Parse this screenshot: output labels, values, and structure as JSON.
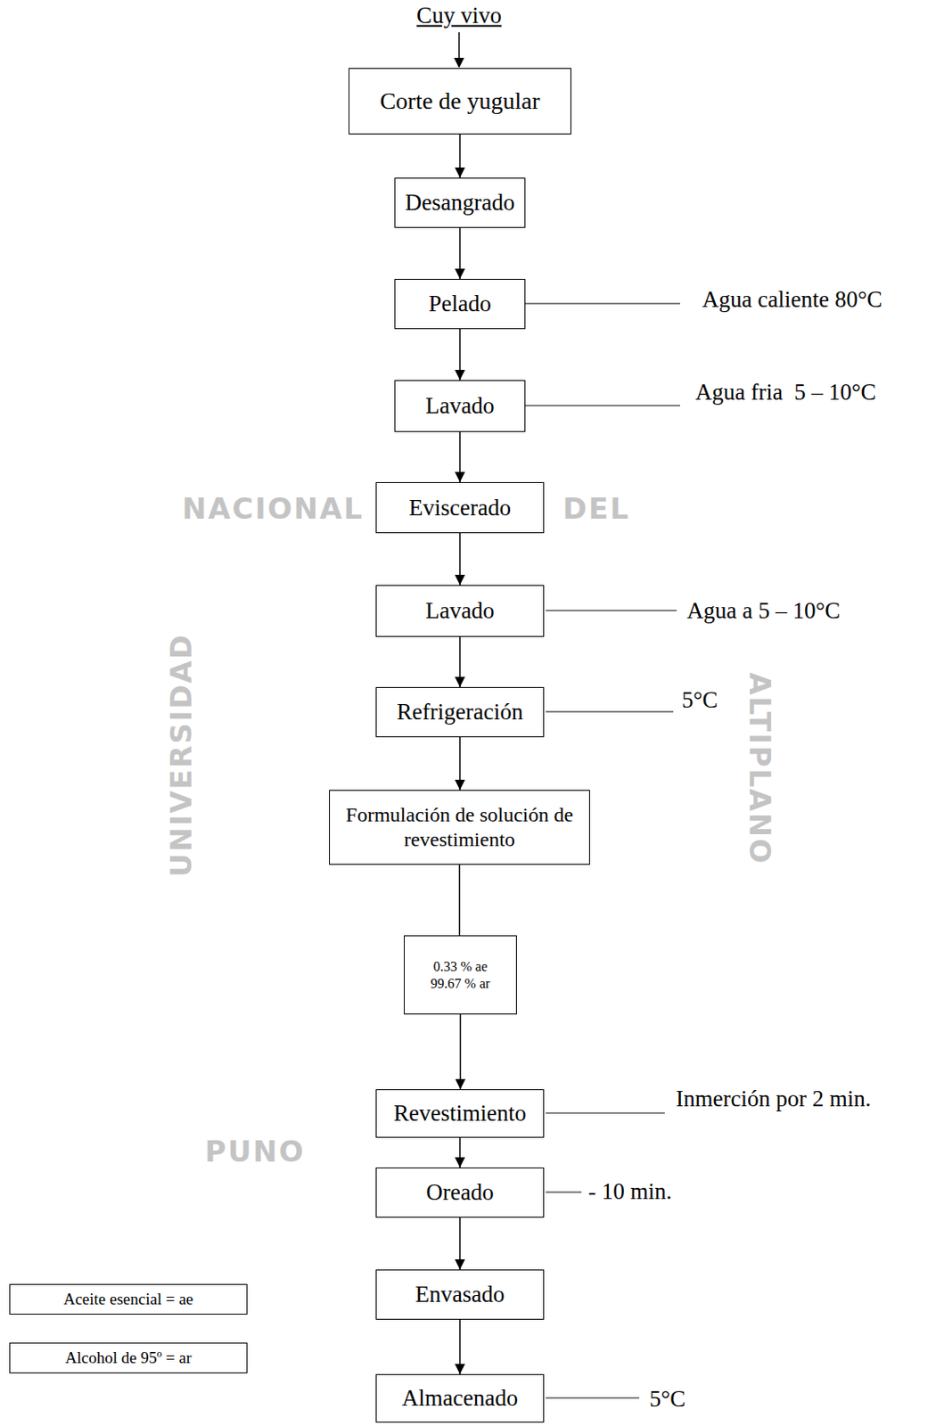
{
  "diagram": {
    "nodes": [
      {
        "text": [
          "Corte de yugular"
        ]
      },
      {
        "text": [
          "Desangrado"
        ]
      },
      {
        "text": [
          "Pelado"
        ]
      },
      {
        "text": [
          "Lavado"
        ]
      },
      {
        "text": [
          "Eviscerado"
        ]
      },
      {
        "text": [
          "Lavado"
        ]
      },
      {
        "text": [
          "Refrigeración"
        ]
      },
      {
        "text": [
          "Formulación de solución de revestimiento"
        ]
      },
      {
        "text": [
          "0.33 % ae 99.67 % ar"
        ]
      },
      {
        "text": [
          "Revestimiento"
        ]
      },
      {
        "text": [
          "Oreado"
        ]
      },
      {
        "text": [
          "Envasado"
        ]
      },
      {
        "text": [
          "Almacenado"
        ]
      },
      {
        "text": [
          "Aceite esencial = ae"
        ]
      },
      {
        "text": [
          "Alcohol de 95º = ar"
        ]
      }
    ],
    "edges": [
      {
        "from": 0,
        "to": 1,
        "arrow": "to"
      },
      {
        "from": 1,
        "to": 2,
        "arrow": "to"
      },
      {
        "from": 2,
        "to": 3,
        "arrow": "to"
      },
      {
        "from": 3,
        "to": 4,
        "arrow": "to"
      },
      {
        "from": 4,
        "to": 5,
        "arrow": "to"
      },
      {
        "from": 5,
        "to": 6,
        "arrow": "to"
      },
      {
        "from": 6,
        "to": 7,
        "arrow": "to"
      },
      {
        "from": 7,
        "to": 8,
        "arrow": "none"
      },
      {
        "from": 8,
        "to": 9,
        "arrow": "to"
      },
      {
        "from": 9,
        "to": 10,
        "arrow": "to"
      },
      {
        "from": 10,
        "to": 11,
        "arrow": "to"
      },
      {
        "from": 11,
        "to": 12,
        "arrow": "to"
      }
    ],
    "labels": [
      "Cuy vivo",
      "NACIONAL",
      "DEL",
      "UNIVERSIDAD",
      "ALTIPLANO",
      "Agua caliente 80°C",
      "Agua fria  5 – 10°C",
      "Agua a 5 – 10°C",
      "5°C",
      "Inmerción por 2 min.",
      "- 10 min.",
      "PUNO",
      "5°C"
    ]
  }
}
